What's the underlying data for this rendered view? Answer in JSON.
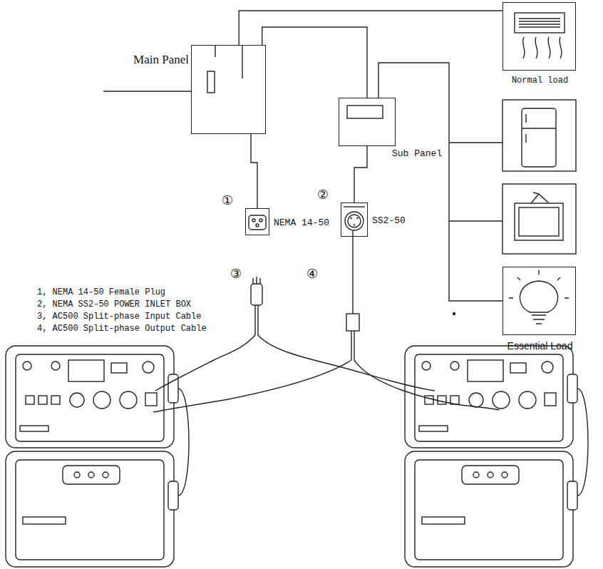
{
  "diagram": {
    "nodes": [
      {
        "text": [
          "Main Panel"
        ]
      },
      {
        "text": [
          "Sub Panel"
        ]
      },
      {
        "text": [
          "Normal load"
        ]
      },
      {
        "text": [
          "NEMA 14-50"
        ]
      },
      {
        "text": [
          "SS2-50"
        ]
      },
      {
        "text": [
          "Essential Load"
        ]
      }
    ],
    "edges": [
      {
        "from": 0,
        "to": 2,
        "arrow": "none"
      },
      {
        "from": 0,
        "to": 1,
        "arrow": "none"
      },
      {
        "from": 0,
        "to": 3,
        "arrow": "none"
      },
      {
        "from": 1,
        "to": 4,
        "arrow": "none"
      },
      {
        "from": 1,
        "to": 5,
        "arrow": "none"
      }
    ],
    "labels": [
      "①",
      "②",
      "③",
      "④",
      "1, NEMA 14-50 Female Plug",
      "2, NEMA SS2-50 POWER INLET BOX",
      "3, AC500 Split-phase Input Cable",
      "4, AC500 Split-phase Output Cable"
    ]
  }
}
